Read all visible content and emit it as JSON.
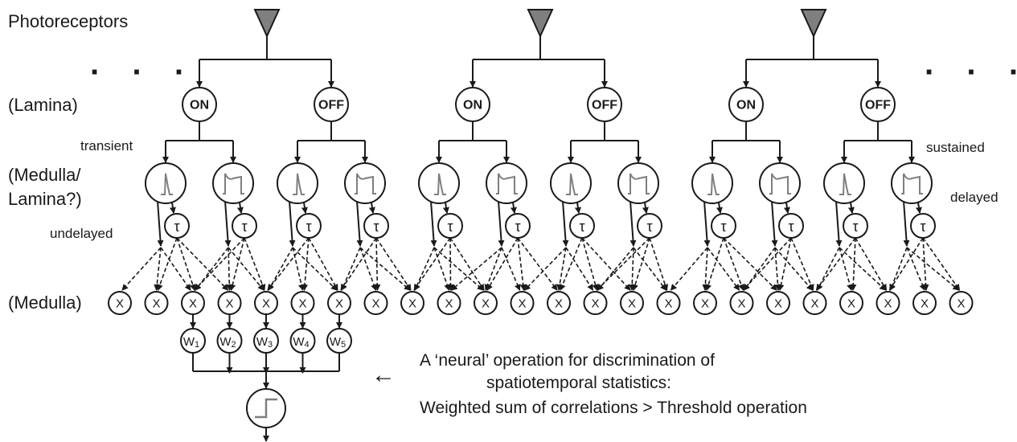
{
  "labels": {
    "photoreceptors": "Photoreceptors",
    "lamina": "(Lamina)",
    "medulla_lamina_line1": "(Medulla/",
    "medulla_lamina_line2": "Lamina?)",
    "medulla": "(Medulla)",
    "transient": "transient",
    "sustained": "sustained",
    "delayed": "delayed",
    "undelayed": "undelayed",
    "ellipsis": "· · ·"
  },
  "node_text": {
    "on": "ON",
    "off": "OFF",
    "tau": "τ",
    "x": "X"
  },
  "weights": [
    {
      "base": "W",
      "sub": "1"
    },
    {
      "base": "W",
      "sub": "2"
    },
    {
      "base": "W",
      "sub": "3"
    },
    {
      "base": "W",
      "sub": "4"
    },
    {
      "base": "W",
      "sub": "5"
    }
  ],
  "caption": {
    "arrow": "←",
    "line1": "A ‘neural’ operation for discrimination of",
    "line2": "spatiotemporal statistics:",
    "line3": "Weighted sum of correlations > Threshold operation"
  },
  "colors": {
    "ink": "#1a1a1a",
    "photoreceptor_fill": "#7f7f7f",
    "response_trace": "#7f7f7f"
  }
}
